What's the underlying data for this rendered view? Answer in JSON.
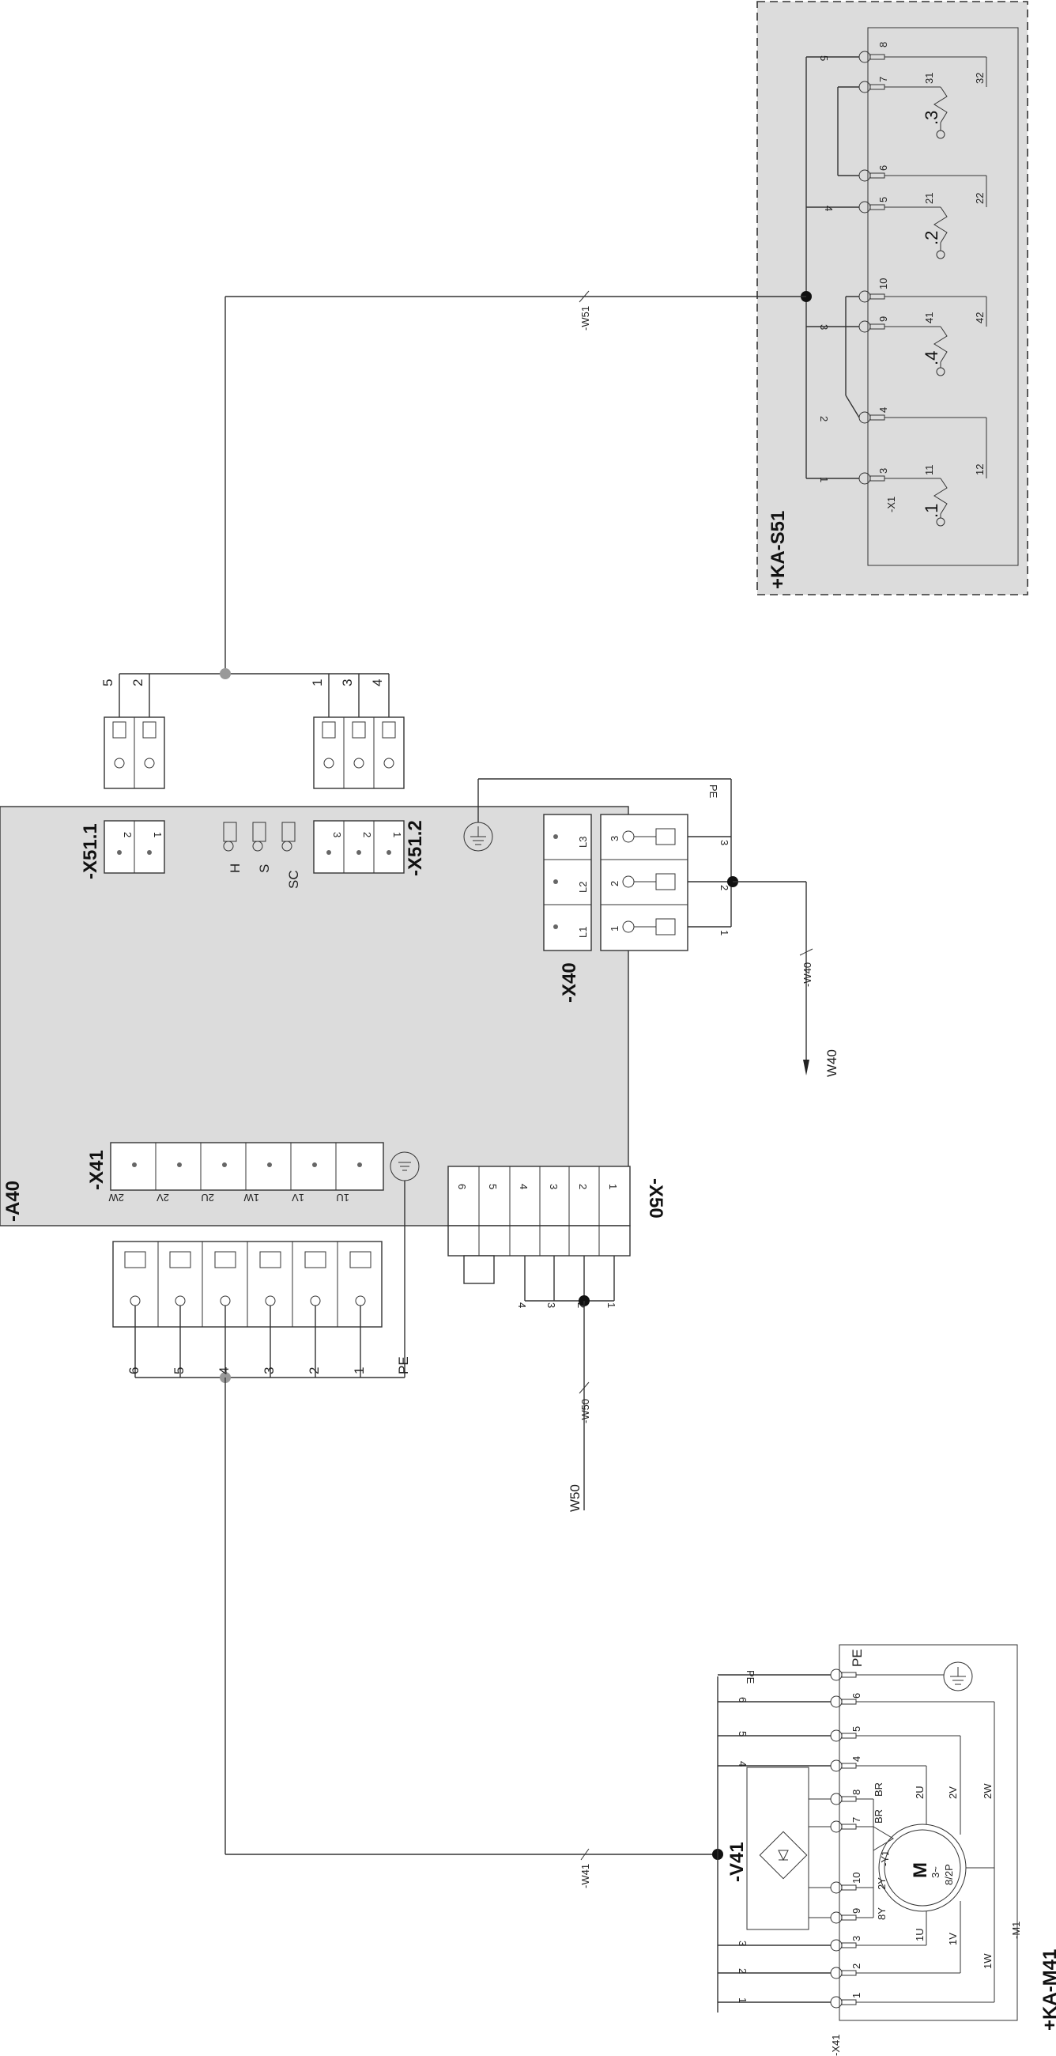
{
  "labels": {
    "a40": "-A40",
    "x41": "-X41",
    "x50": "-X50",
    "x40": "-X40",
    "x51_1": "-X51.1",
    "x51_2": "-X51.2",
    "ka_s51": "+KA-S51",
    "ka_m41": "+KA-M41",
    "v41": "-V41",
    "x1": "-X1",
    "m1": "-M1",
    "y1": "-Y1",
    "x41_bottom": "-X41",
    "pe": "PE",
    "h": "H",
    "s": "S",
    "sc": "SC",
    "m": "M",
    "three_phase": "3~",
    "poles": "8/2P",
    "br": "BR"
  },
  "wires": {
    "w40": "W40",
    "w50": "W50",
    "w40_cable": "-W40",
    "w50_cable": "-W50",
    "w41_cable": "-W41",
    "w51_cable": "-W51"
  },
  "x41_terminals": [
    "2W",
    "2V",
    "2U",
    "1W",
    "1V",
    "1U"
  ],
  "x41_plug_numbers": [
    "6",
    "5",
    "4",
    "3",
    "2",
    "1"
  ],
  "x50_terminals": [
    "6",
    "5",
    "4",
    "3",
    "2",
    "1"
  ],
  "x40_terminals": [
    "L3",
    "L2",
    "L1"
  ],
  "x40_plug_numbers": [
    "3",
    "2",
    "1"
  ],
  "x51_1_pins": [
    "2",
    "1"
  ],
  "x51_2_pins": [
    "3",
    "2",
    "1"
  ],
  "x51_wire_numbers": [
    "5",
    "2",
    "1",
    "3",
    "4"
  ],
  "ka_s51": {
    "terminals": [
      "8",
      "7",
      "6",
      "5",
      "10",
      "9",
      "4",
      "3"
    ],
    "contacts": [
      {
        "number": ".3",
        "pins": [
          "31",
          "32"
        ]
      },
      {
        "number": ".2",
        "pins": [
          "21",
          "22"
        ]
      },
      {
        "number": ".4",
        "pins": [
          "41",
          "42"
        ]
      },
      {
        "number": ".1",
        "pins": [
          "11",
          "12"
        ]
      }
    ],
    "wire_numbers": [
      "5",
      "4",
      "3",
      "2",
      "1"
    ]
  },
  "ka_m41": {
    "terminals": [
      "PE",
      "6",
      "5",
      "4",
      "8",
      "7",
      "10",
      "9",
      "3",
      "2",
      "1"
    ],
    "wire_numbers": [
      "PE",
      "6",
      "5",
      "4",
      "3",
      "2",
      "1"
    ],
    "motor_windings": [
      "2U",
      "2V",
      "2W",
      "1U",
      "1V",
      "1W"
    ],
    "brake_labels": [
      "2Y",
      "8Y"
    ]
  }
}
